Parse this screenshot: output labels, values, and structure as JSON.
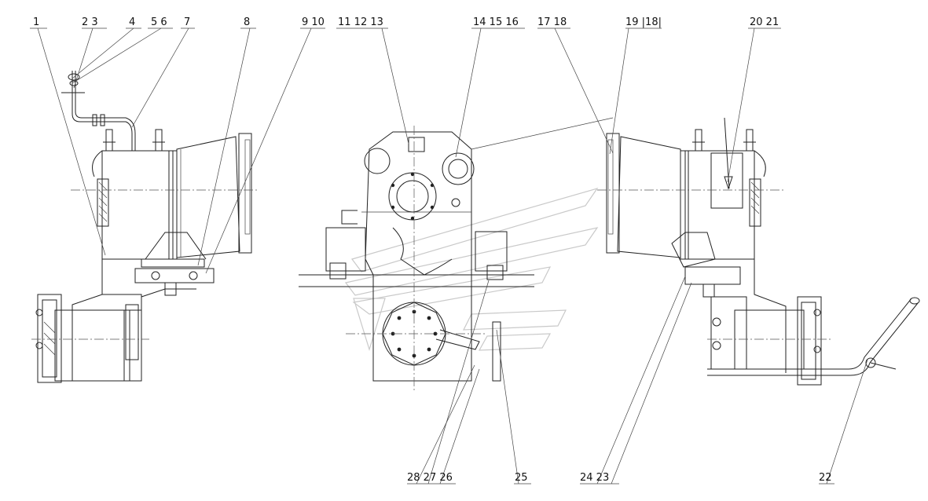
{
  "callouts": [
    {
      "id": "c1",
      "text": "1"
    },
    {
      "id": "c2",
      "text": "2  3"
    },
    {
      "id": "c3",
      "text": "4"
    },
    {
      "id": "c4",
      "text": "5 6"
    },
    {
      "id": "c5",
      "text": "7"
    },
    {
      "id": "c6",
      "text": "8"
    },
    {
      "id": "c7",
      "text": "9 10"
    },
    {
      "id": "c8",
      "text": "11 12  13"
    },
    {
      "id": "c9",
      "text": "14  15  16"
    },
    {
      "id": "c10",
      "text": "17  18"
    },
    {
      "id": "c11",
      "text": "19 |18|"
    },
    {
      "id": "c12",
      "text": "20 21"
    },
    {
      "id": "c13",
      "text": "28 27 26"
    },
    {
      "id": "c14",
      "text": "25"
    },
    {
      "id": "c15",
      "text": "24  23"
    },
    {
      "id": "c16",
      "text": "22"
    }
  ]
}
